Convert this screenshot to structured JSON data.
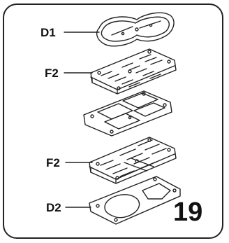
{
  "labels": {
    "d1": "D1",
    "f2_top": "F2",
    "f2_bottom": "F2",
    "d2": "D2"
  },
  "page_number": "19",
  "colors": {
    "line": "#222222",
    "frame": "#222222"
  }
}
